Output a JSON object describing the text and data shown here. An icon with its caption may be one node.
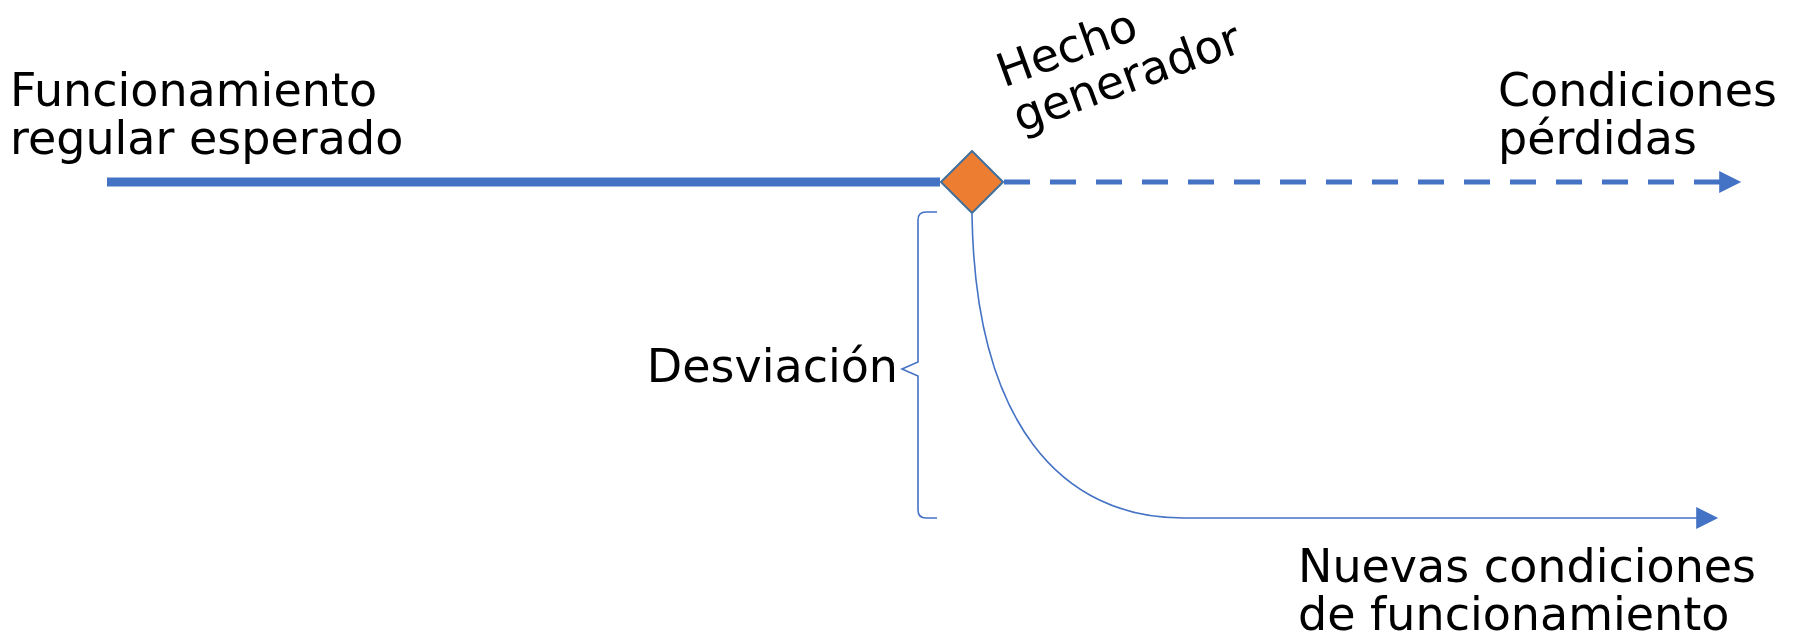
{
  "diagram": {
    "nodes": [
      {
        "text": [
          "Funcionamiento regular esperado"
        ]
      },
      {
        "text": [],
        "shape": "diamond",
        "beside": [
          "Hecho generador"
        ]
      },
      {
        "text": [
          "Condiciones pérdidas"
        ]
      },
      {
        "text": [
          "Nuevas condiciones de funcionamiento"
        ]
      }
    ],
    "edges": [
      {
        "from": 0,
        "to": 1,
        "arrow": "none",
        "style": "thick"
      },
      {
        "from": 1,
        "to": 2,
        "arrow": "to",
        "style": "dashed"
      },
      {
        "from": 1,
        "to": 3,
        "arrow": "to"
      }
    ],
    "labels": [
      "Desviación"
    ]
  }
}
